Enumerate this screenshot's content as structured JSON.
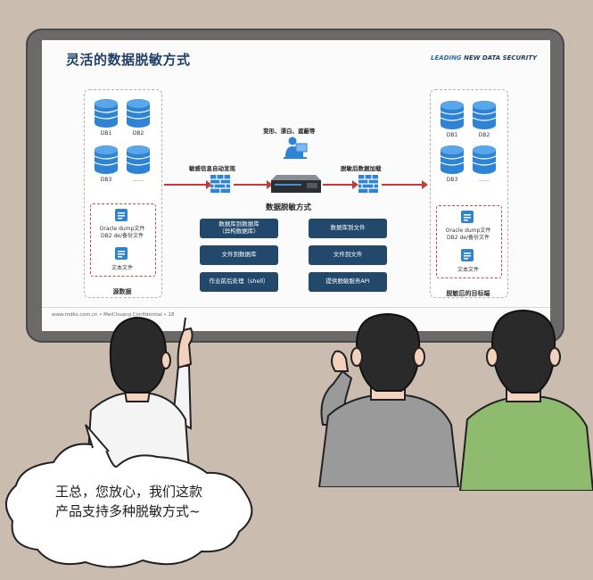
{
  "slide": {
    "title": "灵活的数据脱敏方式",
    "brand_a": "LEADING",
    "brand_b": "NEW DATA SECURITY",
    "footer": "www.mdks.com.cn  •  MeiChuang Confidential  •  18"
  },
  "source_panel": {
    "db_labels": [
      "DB1",
      "DB2",
      "DB3",
      "……"
    ],
    "file1": "Oracle dump文件",
    "file2": "DB2 de/备份文件",
    "file3": "文本文件",
    "caption": "源数据"
  },
  "target_panel": {
    "db_labels": [
      "DB1",
      "DB2",
      "DB3",
      "……"
    ],
    "file1": "Oracle dump文件",
    "file2": "DB2 de/备份文件",
    "file3": "文本文件",
    "caption": "脱敏后的目标端"
  },
  "flow": {
    "top_label": "变形、漂白、遮蔽等",
    "left_label": "敏感信息自动发现",
    "right_label": "脱敏后数据加载",
    "mode_title": "数据脱敏方式"
  },
  "modes": [
    {
      "line1": "数据库到数据库",
      "line2": "（异构数据库）"
    },
    {
      "line1": "数据库到文件",
      "line2": ""
    },
    {
      "line1": "文件到数据库",
      "line2": ""
    },
    {
      "line1": "文件到文件",
      "line2": ""
    },
    {
      "line1": "作业前后处理（shell）",
      "line2": ""
    },
    {
      "line1": "提供脱敏服务API",
      "line2": ""
    }
  ],
  "speech": {
    "line1": "王总，您放心，我们这款",
    "line2": "产品支持多种脱敏方式~"
  },
  "colors": {
    "background": "#cbbcb0",
    "db_blue": "#2f83d4",
    "button_navy": "#22486b",
    "arrow_red": "#c23b3b"
  }
}
